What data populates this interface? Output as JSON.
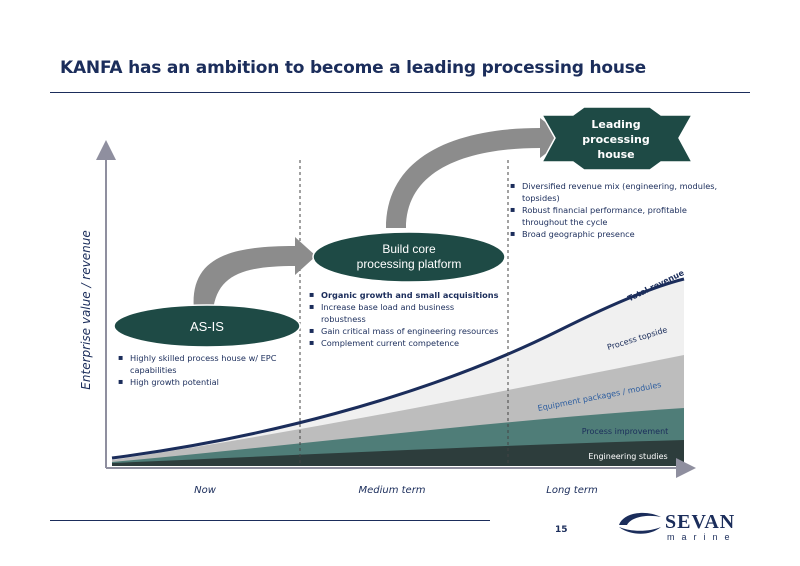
{
  "title": "KANFA has an ambition to become a leading processing house",
  "page_number": "15",
  "y_axis_label": "Enterprise value / revenue",
  "x_axis_labels": [
    "Now",
    "Medium term",
    "Long term"
  ],
  "stages": {
    "asis": "AS-IS",
    "core": [
      "Build core",
      "processing platform"
    ],
    "leading": [
      "Leading",
      "processing",
      "house"
    ]
  },
  "bullets": {
    "asis": [
      "Highly skilled process house w/ EPC capabilities",
      "High growth potential"
    ],
    "core": [
      "Organic growth and small acquisitions",
      "Increase base load and business robustness",
      "Gain critical mass of engineering resources",
      "Complement current competence"
    ],
    "leading": [
      "Diversified revenue mix (engineering, modules, topsides)",
      "Robust financial performance, profitable throughout the cycle",
      "Broad geographic presence"
    ]
  },
  "layers": {
    "engineering": "Engineering studies",
    "process_improvement": "Process improvement",
    "equipment": "Equipment packages / modules",
    "topside": "Process topside",
    "total": "Total revenue"
  },
  "logo": {
    "name": "SEVAN",
    "sub": "marine"
  },
  "colors": {
    "navy": "#1b2d5b",
    "dark_green": "#1e4a45",
    "engineering": "#2d3d3c",
    "process_improvement": "#4f7d78",
    "equipment": "#bdbdbd",
    "topside": "#f0f0f0",
    "arrow": "#8c8c8c"
  }
}
